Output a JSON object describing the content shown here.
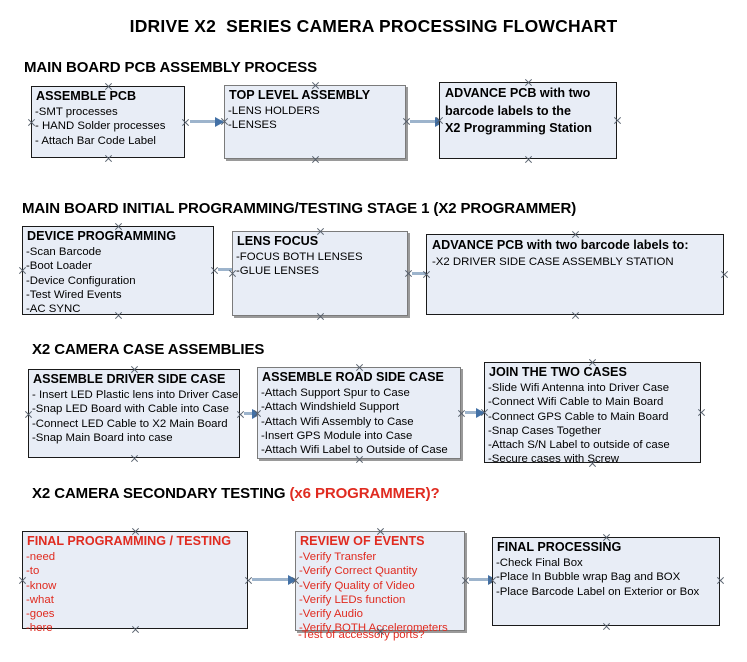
{
  "title": "IDRIVE X2  SERIES CAMERA PROCESSING FLOWCHART",
  "accent_color": "#e02b20",
  "box_fill": "#e8edf6",
  "arrow_color": "#9db4cc",
  "sections": [
    {
      "id": "main-board-pcb-assembly",
      "header": "MAIN BOARD PCB ASSEMBLY PROCESS",
      "header_accent": "",
      "boxes": [
        {
          "id": "assemble-pcb",
          "title": "ASSEMBLE PCB",
          "lines": [
            "-SMT processes",
            "- HAND Solder processes",
            "- Attach Bar Code Label"
          ]
        },
        {
          "id": "top-level-assembly",
          "title": "TOP LEVEL ASSEMBLY",
          "lines": [
            "-LENS HOLDERS",
            "-LENSES"
          ]
        },
        {
          "id": "advance-pcb-to-programming-station",
          "title": "ADVANCE PCB with two",
          "lines": [
            "barcode labels to the",
            " X2 Programming Station"
          ]
        }
      ]
    },
    {
      "id": "main-board-initial-programming",
      "header": "MAIN BOARD INITIAL PROGRAMMING/TESTING STAGE 1 (X2 PROGRAMMER)",
      "header_accent": "",
      "boxes": [
        {
          "id": "device-programming",
          "title": "DEVICE PROGRAMMING",
          "lines": [
            "-Scan Barcode",
            "-Boot Loader",
            "-Device Configuration",
            "-Test Wired Events",
            "-AC SYNC"
          ]
        },
        {
          "id": "lens-focus",
          "title": "LENS FOCUS",
          "lines": [
            "-FOCUS BOTH LENSES",
            "-GLUE LENSES"
          ]
        },
        {
          "id": "advance-pcb-to-driver-side-case",
          "title": "ADVANCE PCB with two barcode labels to:",
          "lines": [
            "-X2 DRIVER  SIDE  CASE  ASSEMBLY STATION"
          ]
        }
      ]
    },
    {
      "id": "x2-camera-case-assemblies",
      "header": "X2 CAMERA CASE ASSEMBLIES",
      "header_accent": "",
      "boxes": [
        {
          "id": "assemble-driver-side-case",
          "title": "ASSEMBLE DRIVER SIDE CASE",
          "lines": [
            "- Insert LED Plastic lens into Driver Case",
            "-Snap LED Board with Cable into Case",
            "-Connect LED Cable to X2 Main Board",
            "-Snap Main Board into case"
          ]
        },
        {
          "id": "assemble-road-side-case",
          "title": "ASSEMBLE ROAD SIDE CASE",
          "lines": [
            "-Attach Support Spur to Case",
            "-Attach Windshield Support",
            "-Attach Wifi Assembly to Case",
            "-Insert GPS Module into Case",
            "-Attach Wifi Label to Outside of Case"
          ]
        },
        {
          "id": "join-the-two-cases",
          "title": "JOIN THE TWO CASES",
          "lines": [
            "-Slide Wifi Antenna into Driver Case",
            "-Connect Wifi Cable to Main Board",
            "-Connect GPS Cable to Main Board",
            "-Snap Cases Together",
            "-Attach S/N Label to outside of case",
            "-Secure cases with Screw"
          ]
        }
      ]
    },
    {
      "id": "x2-camera-secondary-testing",
      "header": "X2 CAMERA SECONDARY TESTING ",
      "header_accent": "(x6 PROGRAMMER)?",
      "boxes": [
        {
          "id": "final-programming-testing",
          "title": "FINAL PROGRAMMING / TESTING",
          "lines": [
            "-need",
            "-to",
            "-know",
            "-what",
            "-goes",
            "-here"
          ]
        },
        {
          "id": "review-of-events",
          "title": "REVIEW OF EVENTS",
          "lines": [
            "-Verify Transfer",
            "-Verify Correct Quantity",
            "-Verify Quality of Video",
            "-Verify LEDs function",
            "-Verify Audio",
            "-Verify BOTH Accelerometers"
          ],
          "overflow_line": "-Test of accessory ports?"
        },
        {
          "id": "final-processing",
          "title": "FINAL PROCESSING",
          "lines": [
            " -Check Final Box",
            "-Place In Bubble wrap Bag and BOX",
            "-Place Barcode Label on Exterior or Box"
          ]
        }
      ]
    }
  ]
}
